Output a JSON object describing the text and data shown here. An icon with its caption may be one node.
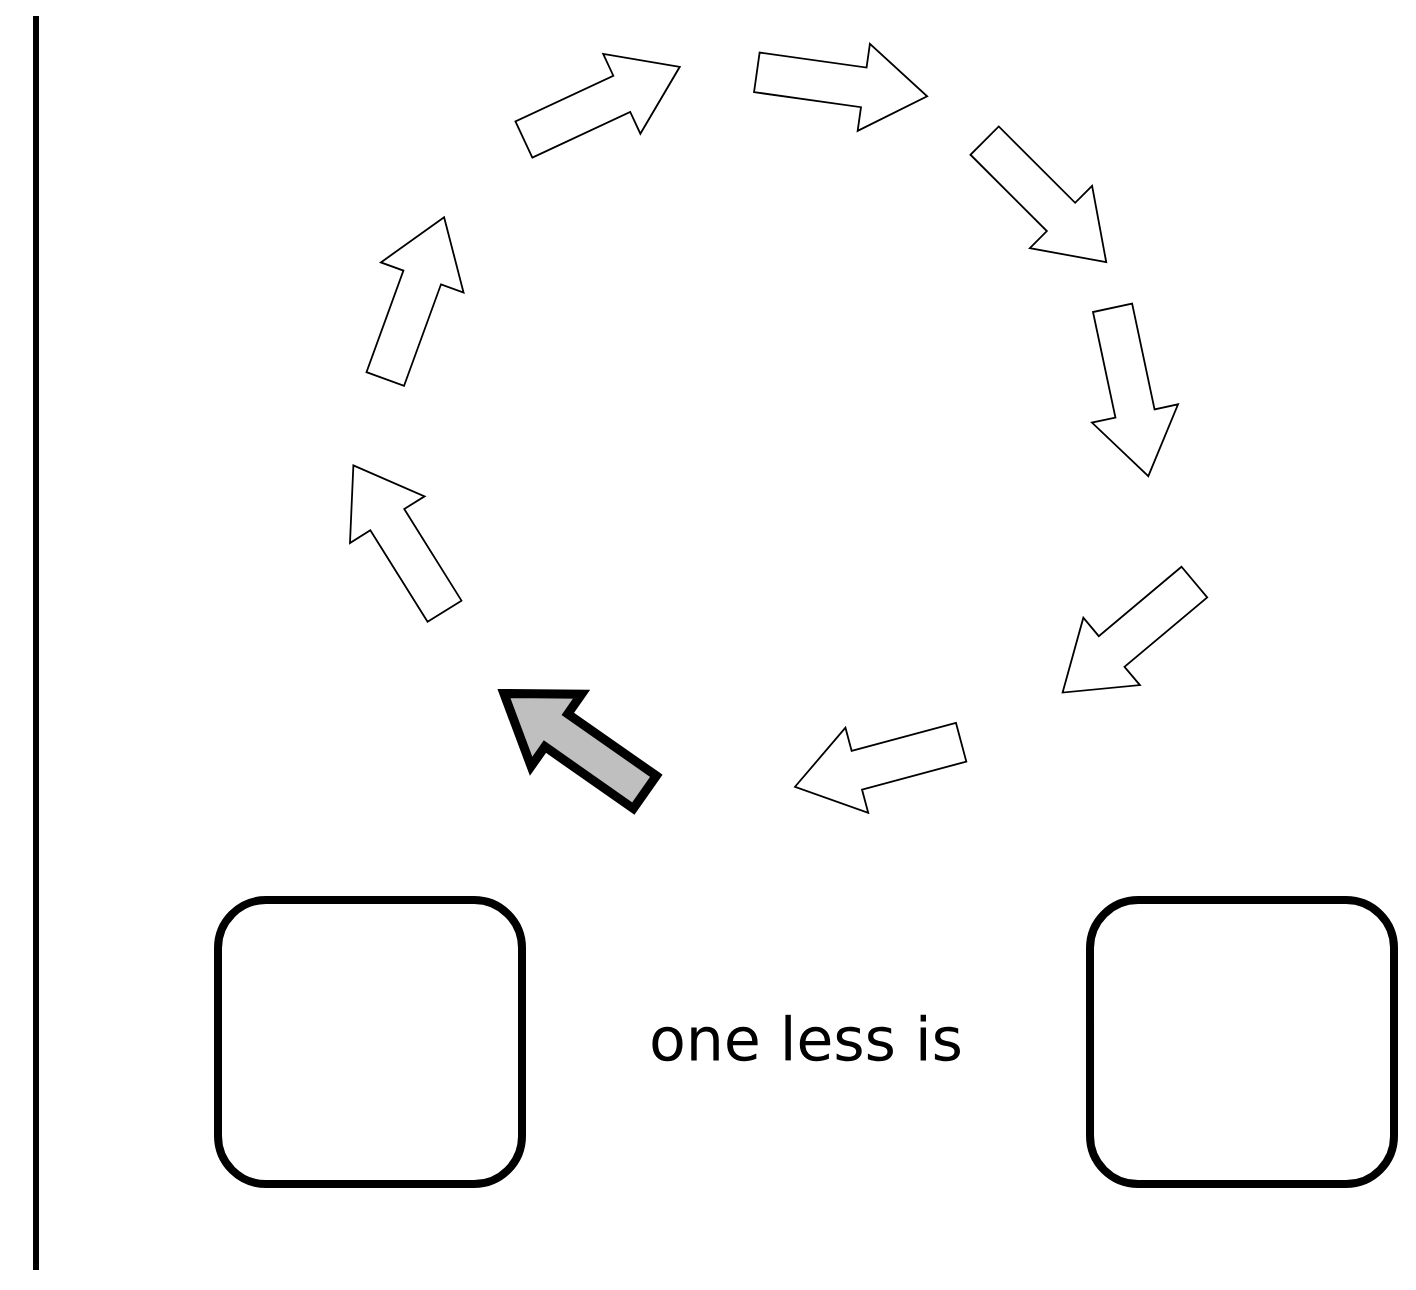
{
  "diagram": {
    "nodes": [
      {
        "text": [],
        "shape": "box"
      },
      {
        "text": [],
        "shape": "box"
      }
    ],
    "labels": [
      "one less is"
    ]
  }
}
